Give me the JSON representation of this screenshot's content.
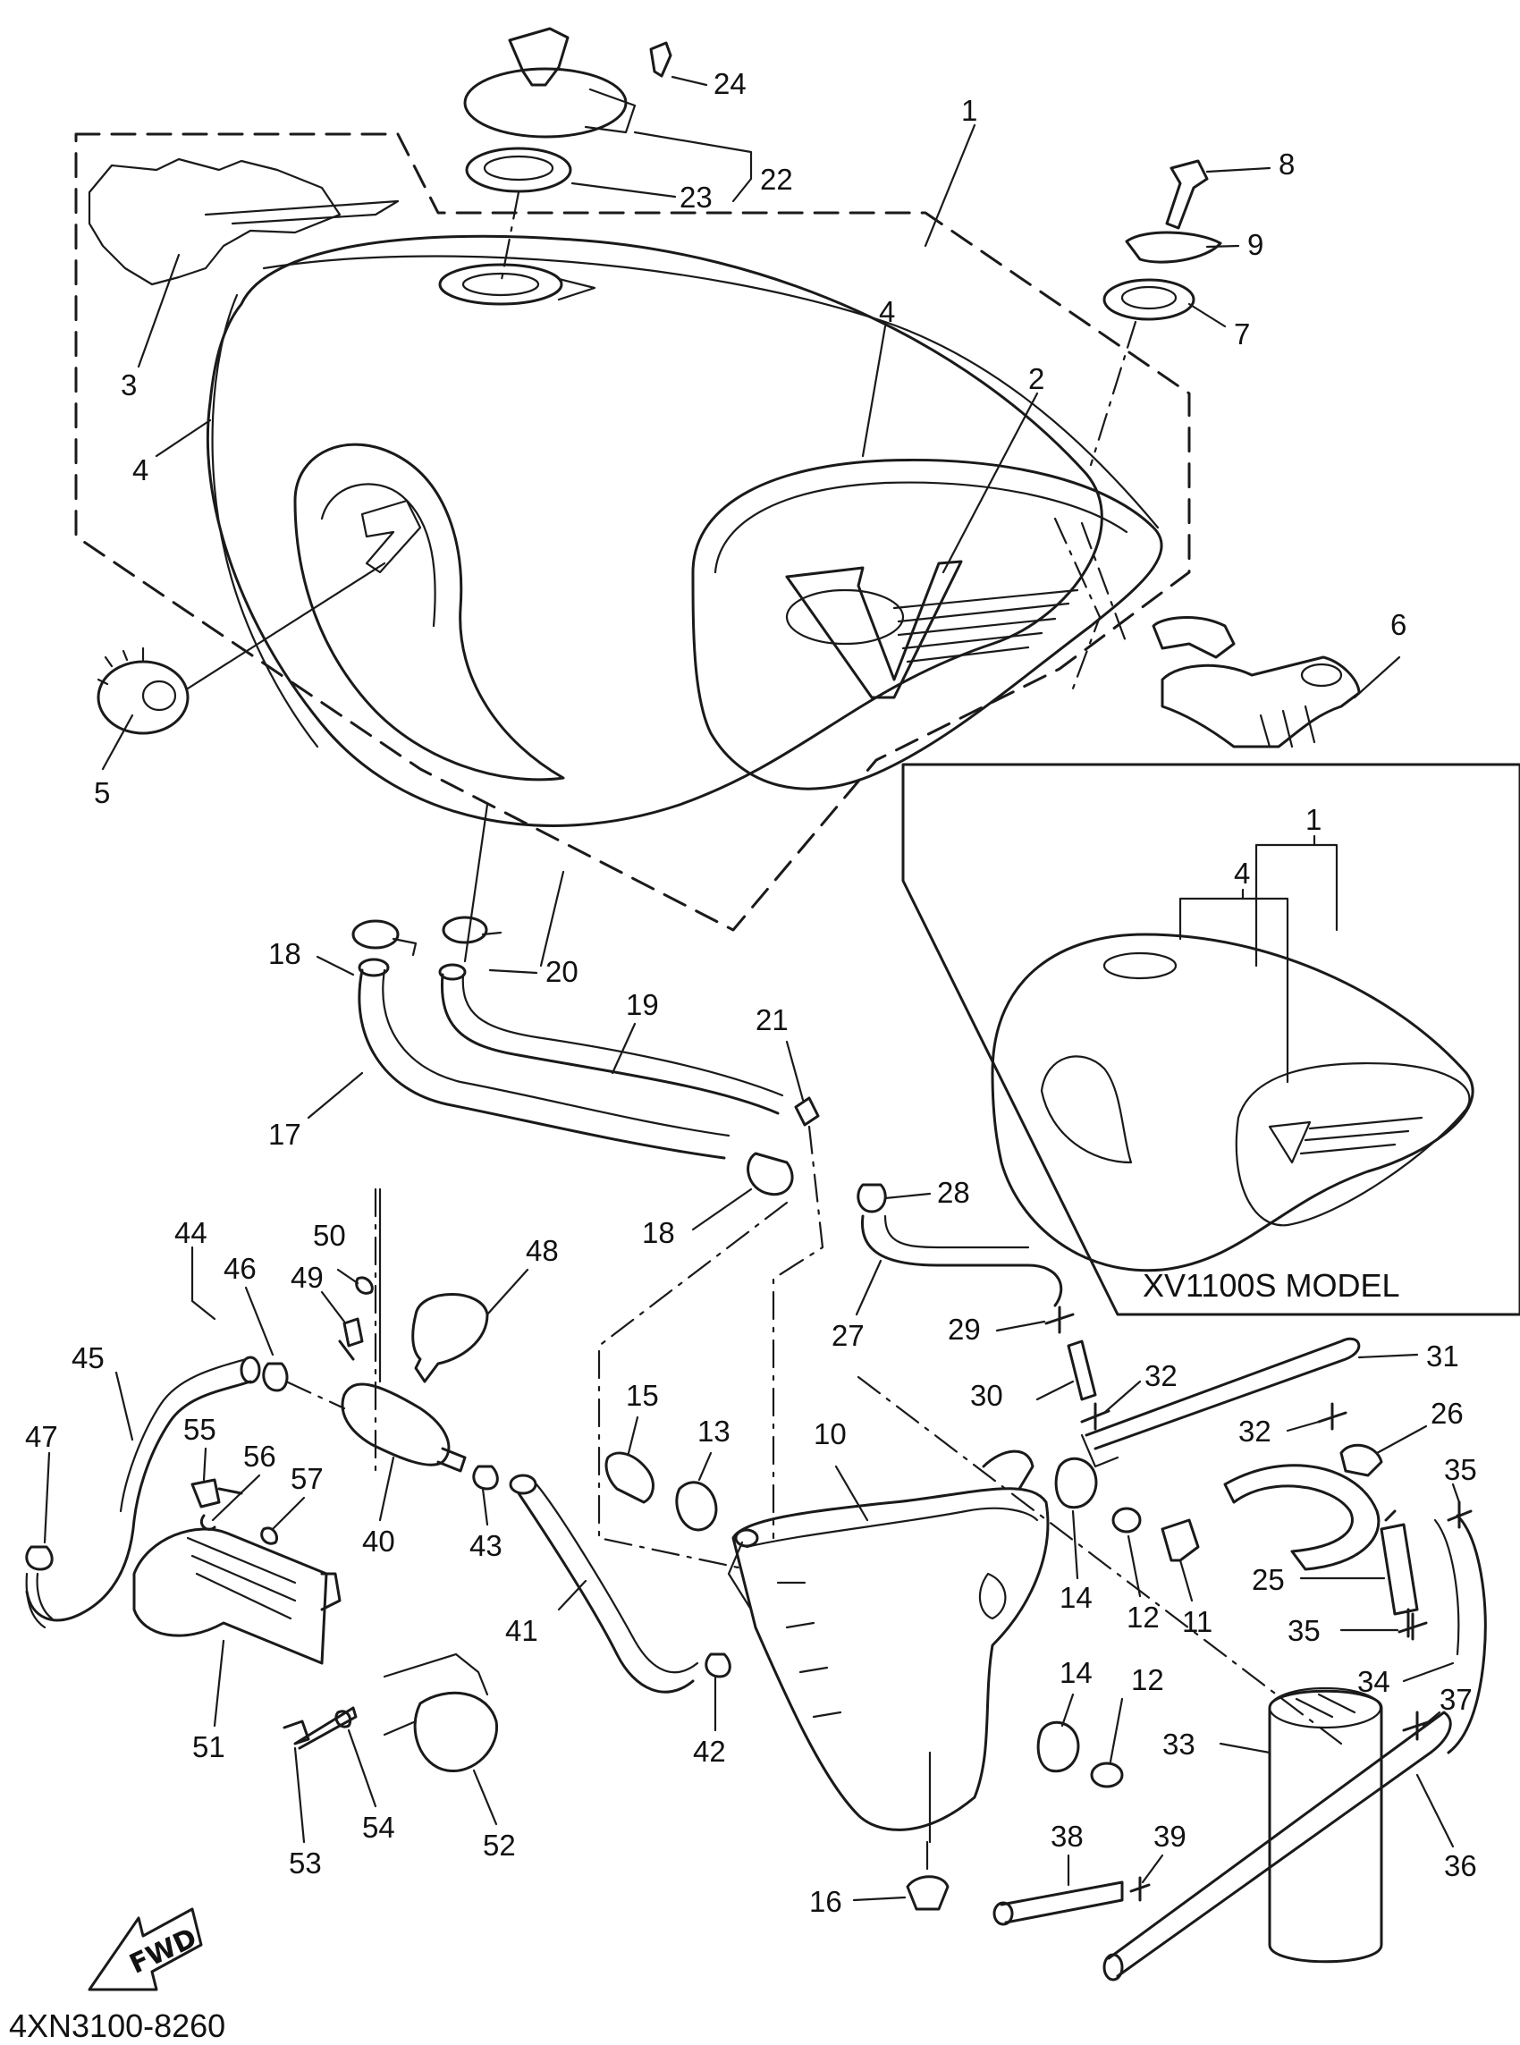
{
  "diagram": {
    "code": "4XN3100-8260",
    "inset_caption": "XV1100S MODEL",
    "fwd_label": "FWD"
  },
  "callouts": [
    {
      "key": "c1",
      "text": "1"
    },
    {
      "key": "c2",
      "text": "2"
    },
    {
      "key": "c3",
      "text": "3"
    },
    {
      "key": "c4a",
      "text": "4"
    },
    {
      "key": "c4b",
      "text": "4"
    },
    {
      "key": "c5",
      "text": "5"
    },
    {
      "key": "c6",
      "text": "6"
    },
    {
      "key": "c7",
      "text": "7"
    },
    {
      "key": "c8",
      "text": "8"
    },
    {
      "key": "c9",
      "text": "9"
    },
    {
      "key": "c10",
      "text": "10"
    },
    {
      "key": "c11",
      "text": "11"
    },
    {
      "key": "c12a",
      "text": "12"
    },
    {
      "key": "c12b",
      "text": "12"
    },
    {
      "key": "c13",
      "text": "13"
    },
    {
      "key": "c14a",
      "text": "14"
    },
    {
      "key": "c14b",
      "text": "14"
    },
    {
      "key": "c15",
      "text": "15"
    },
    {
      "key": "c16",
      "text": "16"
    },
    {
      "key": "c17",
      "text": "17"
    },
    {
      "key": "c18a",
      "text": "18"
    },
    {
      "key": "c18b",
      "text": "18"
    },
    {
      "key": "c19",
      "text": "19"
    },
    {
      "key": "c20",
      "text": "20"
    },
    {
      "key": "c21",
      "text": "21"
    },
    {
      "key": "c22",
      "text": "22"
    },
    {
      "key": "c23",
      "text": "23"
    },
    {
      "key": "c24",
      "text": "24"
    },
    {
      "key": "c25",
      "text": "25"
    },
    {
      "key": "c26",
      "text": "26"
    },
    {
      "key": "c27",
      "text": "27"
    },
    {
      "key": "c28",
      "text": "28"
    },
    {
      "key": "c29",
      "text": "29"
    },
    {
      "key": "c30",
      "text": "30"
    },
    {
      "key": "c31",
      "text": "31"
    },
    {
      "key": "c32a",
      "text": "32"
    },
    {
      "key": "c32b",
      "text": "32"
    },
    {
      "key": "c33",
      "text": "33"
    },
    {
      "key": "c34",
      "text": "34"
    },
    {
      "key": "c35a",
      "text": "35"
    },
    {
      "key": "c35b",
      "text": "35"
    },
    {
      "key": "c36",
      "text": "36"
    },
    {
      "key": "c37",
      "text": "37"
    },
    {
      "key": "c38",
      "text": "38"
    },
    {
      "key": "c39",
      "text": "39"
    },
    {
      "key": "c40",
      "text": "40"
    },
    {
      "key": "c41",
      "text": "41"
    },
    {
      "key": "c42",
      "text": "42"
    },
    {
      "key": "c43",
      "text": "43"
    },
    {
      "key": "c44",
      "text": "44"
    },
    {
      "key": "c45",
      "text": "45"
    },
    {
      "key": "c46",
      "text": "46"
    },
    {
      "key": "c47",
      "text": "47"
    },
    {
      "key": "c48",
      "text": "48"
    },
    {
      "key": "c49",
      "text": "49"
    },
    {
      "key": "c50",
      "text": "50"
    },
    {
      "key": "c51",
      "text": "51"
    },
    {
      "key": "c52",
      "text": "52"
    },
    {
      "key": "c53",
      "text": "53"
    },
    {
      "key": "c54",
      "text": "54"
    },
    {
      "key": "c55",
      "text": "55"
    },
    {
      "key": "c56",
      "text": "56"
    },
    {
      "key": "c57",
      "text": "57"
    },
    {
      "key": "i1",
      "text": "1"
    },
    {
      "key": "i4",
      "text": "4"
    }
  ]
}
